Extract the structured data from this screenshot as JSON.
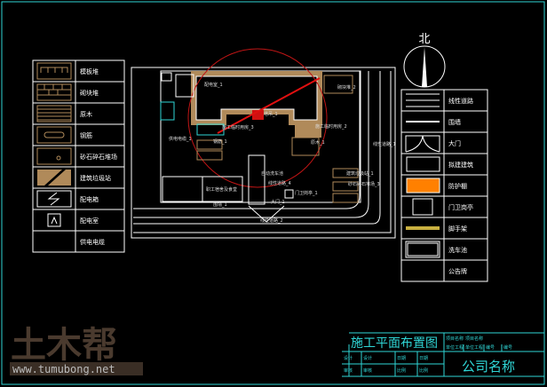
{
  "title_block": {
    "drawing_title": "施工平面布置图",
    "company": "公司名称",
    "cells": [
      "项目名称",
      "项目名称",
      "单位工程",
      "单位工程",
      "编号",
      "编号",
      "设计",
      "设计",
      "日期",
      "日期",
      "审核",
      "审核",
      "比例",
      "比例"
    ]
  },
  "north_label": "北",
  "watermark": {
    "logo": "土木帮",
    "url": "www.tumubong.net"
  },
  "left_legend": [
    {
      "icon": "formwork-pile-icon",
      "label": "模板堆"
    },
    {
      "icon": "brick-pile-icon",
      "label": "砌块堆"
    },
    {
      "icon": "timber-icon",
      "label": "原木"
    },
    {
      "icon": "rebar-icon",
      "label": "钢筋"
    },
    {
      "icon": "gravel-pile-icon",
      "label": "砂石碎石堆场"
    },
    {
      "icon": "waste-station-icon",
      "label": "建筑垃圾站"
    },
    {
      "icon": "distribution-box-icon",
      "label": "配电箱"
    },
    {
      "icon": "power-room-icon",
      "label": "配电室"
    },
    {
      "icon": "none",
      "label": "供电电缆"
    }
  ],
  "right_legend": [
    {
      "icon": "linear-road-icon",
      "label": "线性道路"
    },
    {
      "icon": "wall-icon",
      "label": "围墙"
    },
    {
      "icon": "gate-icon",
      "label": "大门"
    },
    {
      "icon": "planned-building-icon",
      "label": "拟建建筑"
    },
    {
      "icon": "protective-shed-icon",
      "label": "防护棚"
    },
    {
      "icon": "guard-booth-icon",
      "label": "门卫岗亭"
    },
    {
      "icon": "scaffold-icon",
      "label": "脚手架"
    },
    {
      "icon": "wash-pool-icon",
      "label": "洗车池"
    },
    {
      "icon": "none",
      "label": "公告牌"
    }
  ],
  "plan_labels": {
    "power_room": "配电室_1",
    "brick": "砌块堆_2",
    "tower": "塔吊_1",
    "office": "施工临时用房_3",
    "office2": "施工临时用房_2",
    "cable": "供电电缆_1",
    "rebar": "钢筋_1",
    "timber": "原木_1",
    "road1": "线性道路_1",
    "wash": "自动洗车池",
    "road4": "线性道路_4",
    "waste": "建筑垃圾站_1",
    "gravel": "砂石碎石堆场_3",
    "dorm": "职工宿舍及食堂",
    "guard": "门卫岗亭_1",
    "gate": "大门_1",
    "wall": "围墙_1",
    "road2": "线性道路_2"
  },
  "colors": {
    "frame": "#2fd6d6",
    "brown": "#b08a5a",
    "orange": "#ff8000",
    "red": "#e01010",
    "scaffold": "#c8b040"
  }
}
